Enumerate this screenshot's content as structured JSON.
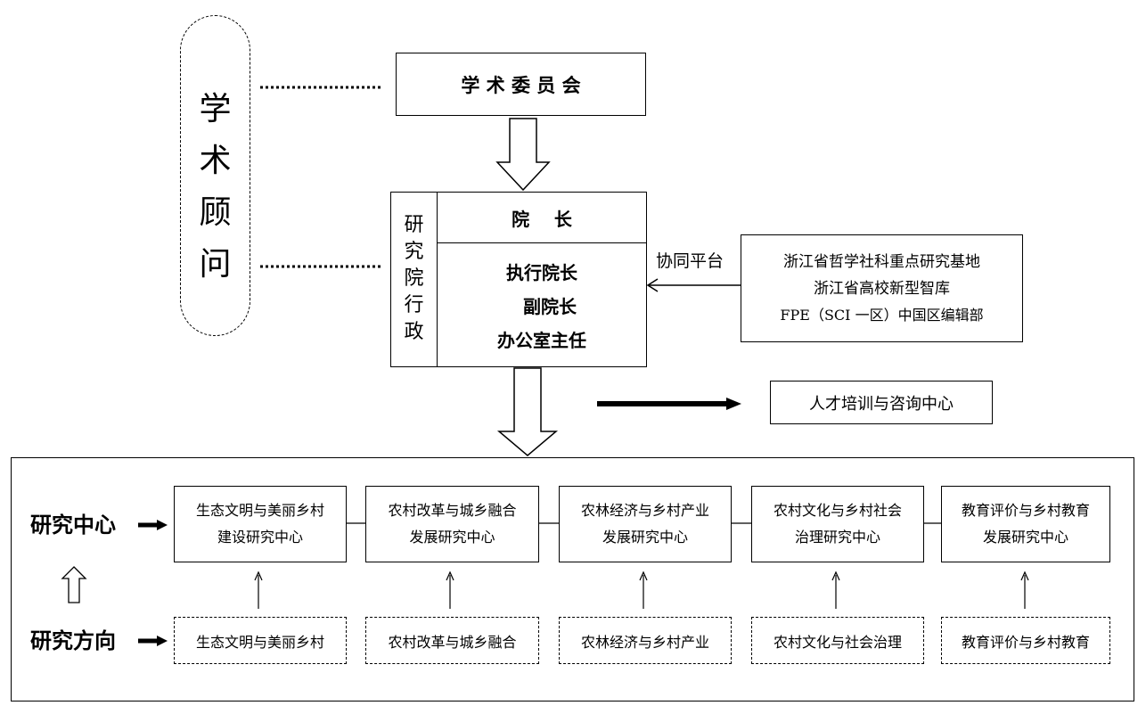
{
  "academic_advisors": {
    "chars": [
      "学",
      "术",
      "顾",
      "问"
    ]
  },
  "academic_committee": {
    "label": "学 术 委 员 会"
  },
  "institute_admin": {
    "side_chars": [
      "研",
      "究",
      "院",
      "行",
      "政"
    ],
    "president": "院    长",
    "roles": [
      "执行院长",
      "副院长",
      "办公室主任"
    ]
  },
  "collaboration": {
    "label": "协同平台",
    "platforms": [
      "浙江省哲学社科重点研究基地",
      "浙江省高校新型智库",
      "FPE（SCI 一区）中国区编辑部"
    ]
  },
  "talent_center": {
    "label": "人才培训与咨询中心"
  },
  "research_centers": {
    "row_label": "研究中心",
    "items": [
      {
        "line1": "生态文明与美丽乡村",
        "line2": "建设研究中心"
      },
      {
        "line1": "农村改革与城乡融合",
        "line2": "发展研究中心"
      },
      {
        "line1": "农林经济与乡村产业",
        "line2": "发展研究中心"
      },
      {
        "line1": "农村文化与乡村社会",
        "line2": "治理研究中心"
      },
      {
        "line1": "教育评价与乡村教育",
        "line2": "发展研究中心"
      }
    ]
  },
  "research_directions": {
    "row_label": "研究方向",
    "items": [
      "生态文明与美丽乡村",
      "农村改革与城乡融合",
      "农林经济与乡村产业",
      "农村文化与社会治理",
      "教育评价与乡村教育"
    ]
  }
}
